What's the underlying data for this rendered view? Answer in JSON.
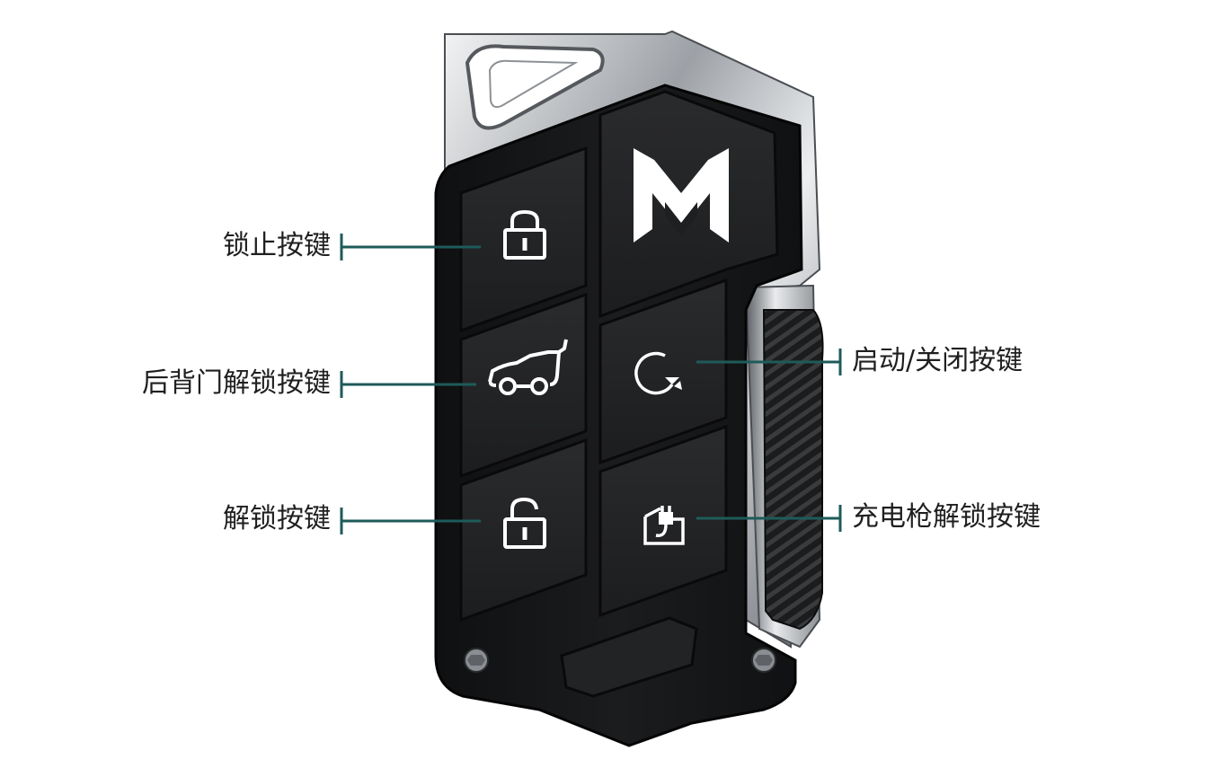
{
  "callouts": {
    "lock": "锁止按键",
    "tailgate_unlock": "后背门解锁按键",
    "unlock": "解锁按键",
    "start_stop": "启动/关闭按键",
    "charge_gun_unlock": "充电枪解锁按键"
  },
  "icons": {
    "logo": "brand-m-logo",
    "lock": "padlock-closed-icon",
    "tailgate": "suv-tailgate-icon",
    "unlock": "padlock-open-icon",
    "start_stop": "power-cycle-icon",
    "charge": "charge-plug-icon"
  },
  "colors": {
    "leader_line": "#1e5b5a",
    "key_body": "#161718",
    "key_button": "#222325",
    "chrome": "#c9ccd0",
    "icon": "#ffffff"
  }
}
